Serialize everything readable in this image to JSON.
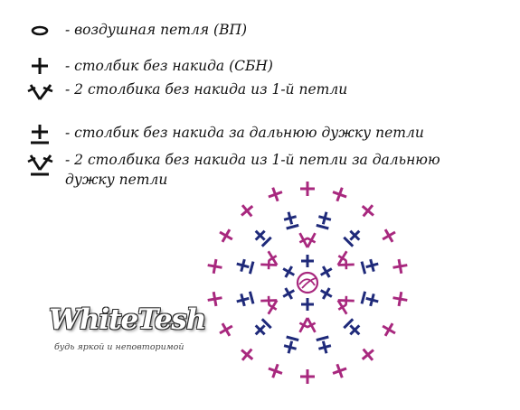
{
  "legend": [
    {
      "icon": "chain-stitch-oval-icon",
      "text": "- воздушная петля (ВП)"
    },
    {
      "icon": "single-crochet-plus-icon",
      "text": "- столбик без накида (СБН)"
    },
    {
      "icon": "two-single-crochet-increase-icon",
      "text": "- 2 столбика без накида  из 1-й петли"
    },
    {
      "icon": "single-crochet-back-loop-icon",
      "text": "- столбик без накида за дальнюю дужку петли"
    },
    {
      "icon": "two-single-crochet-back-loop-increase-icon",
      "text": "- 2 столбика без накида  из 1-й петли  за дальнюю дужку петли"
    }
  ],
  "logo": {
    "main": "WhiteTesh",
    "tagline": "будь яркой и неповторимой"
  },
  "colors": {
    "magenta": "#a8287e",
    "navy": "#1f2a7a",
    "text": "#111111"
  },
  "diagram": {
    "center": "magic-ring",
    "rounds": [
      {
        "round": 1,
        "color": "navy",
        "stitch": "single-crochet",
        "count": 6
      },
      {
        "round": 2,
        "color": "magenta",
        "stitch": "increase",
        "count": 6
      },
      {
        "round": 3,
        "color": "navy",
        "stitch": "back-loop-single-crochet",
        "count": 12
      },
      {
        "round": 4,
        "color": "magenta",
        "stitch": "single-crochet",
        "count": 18
      }
    ]
  }
}
